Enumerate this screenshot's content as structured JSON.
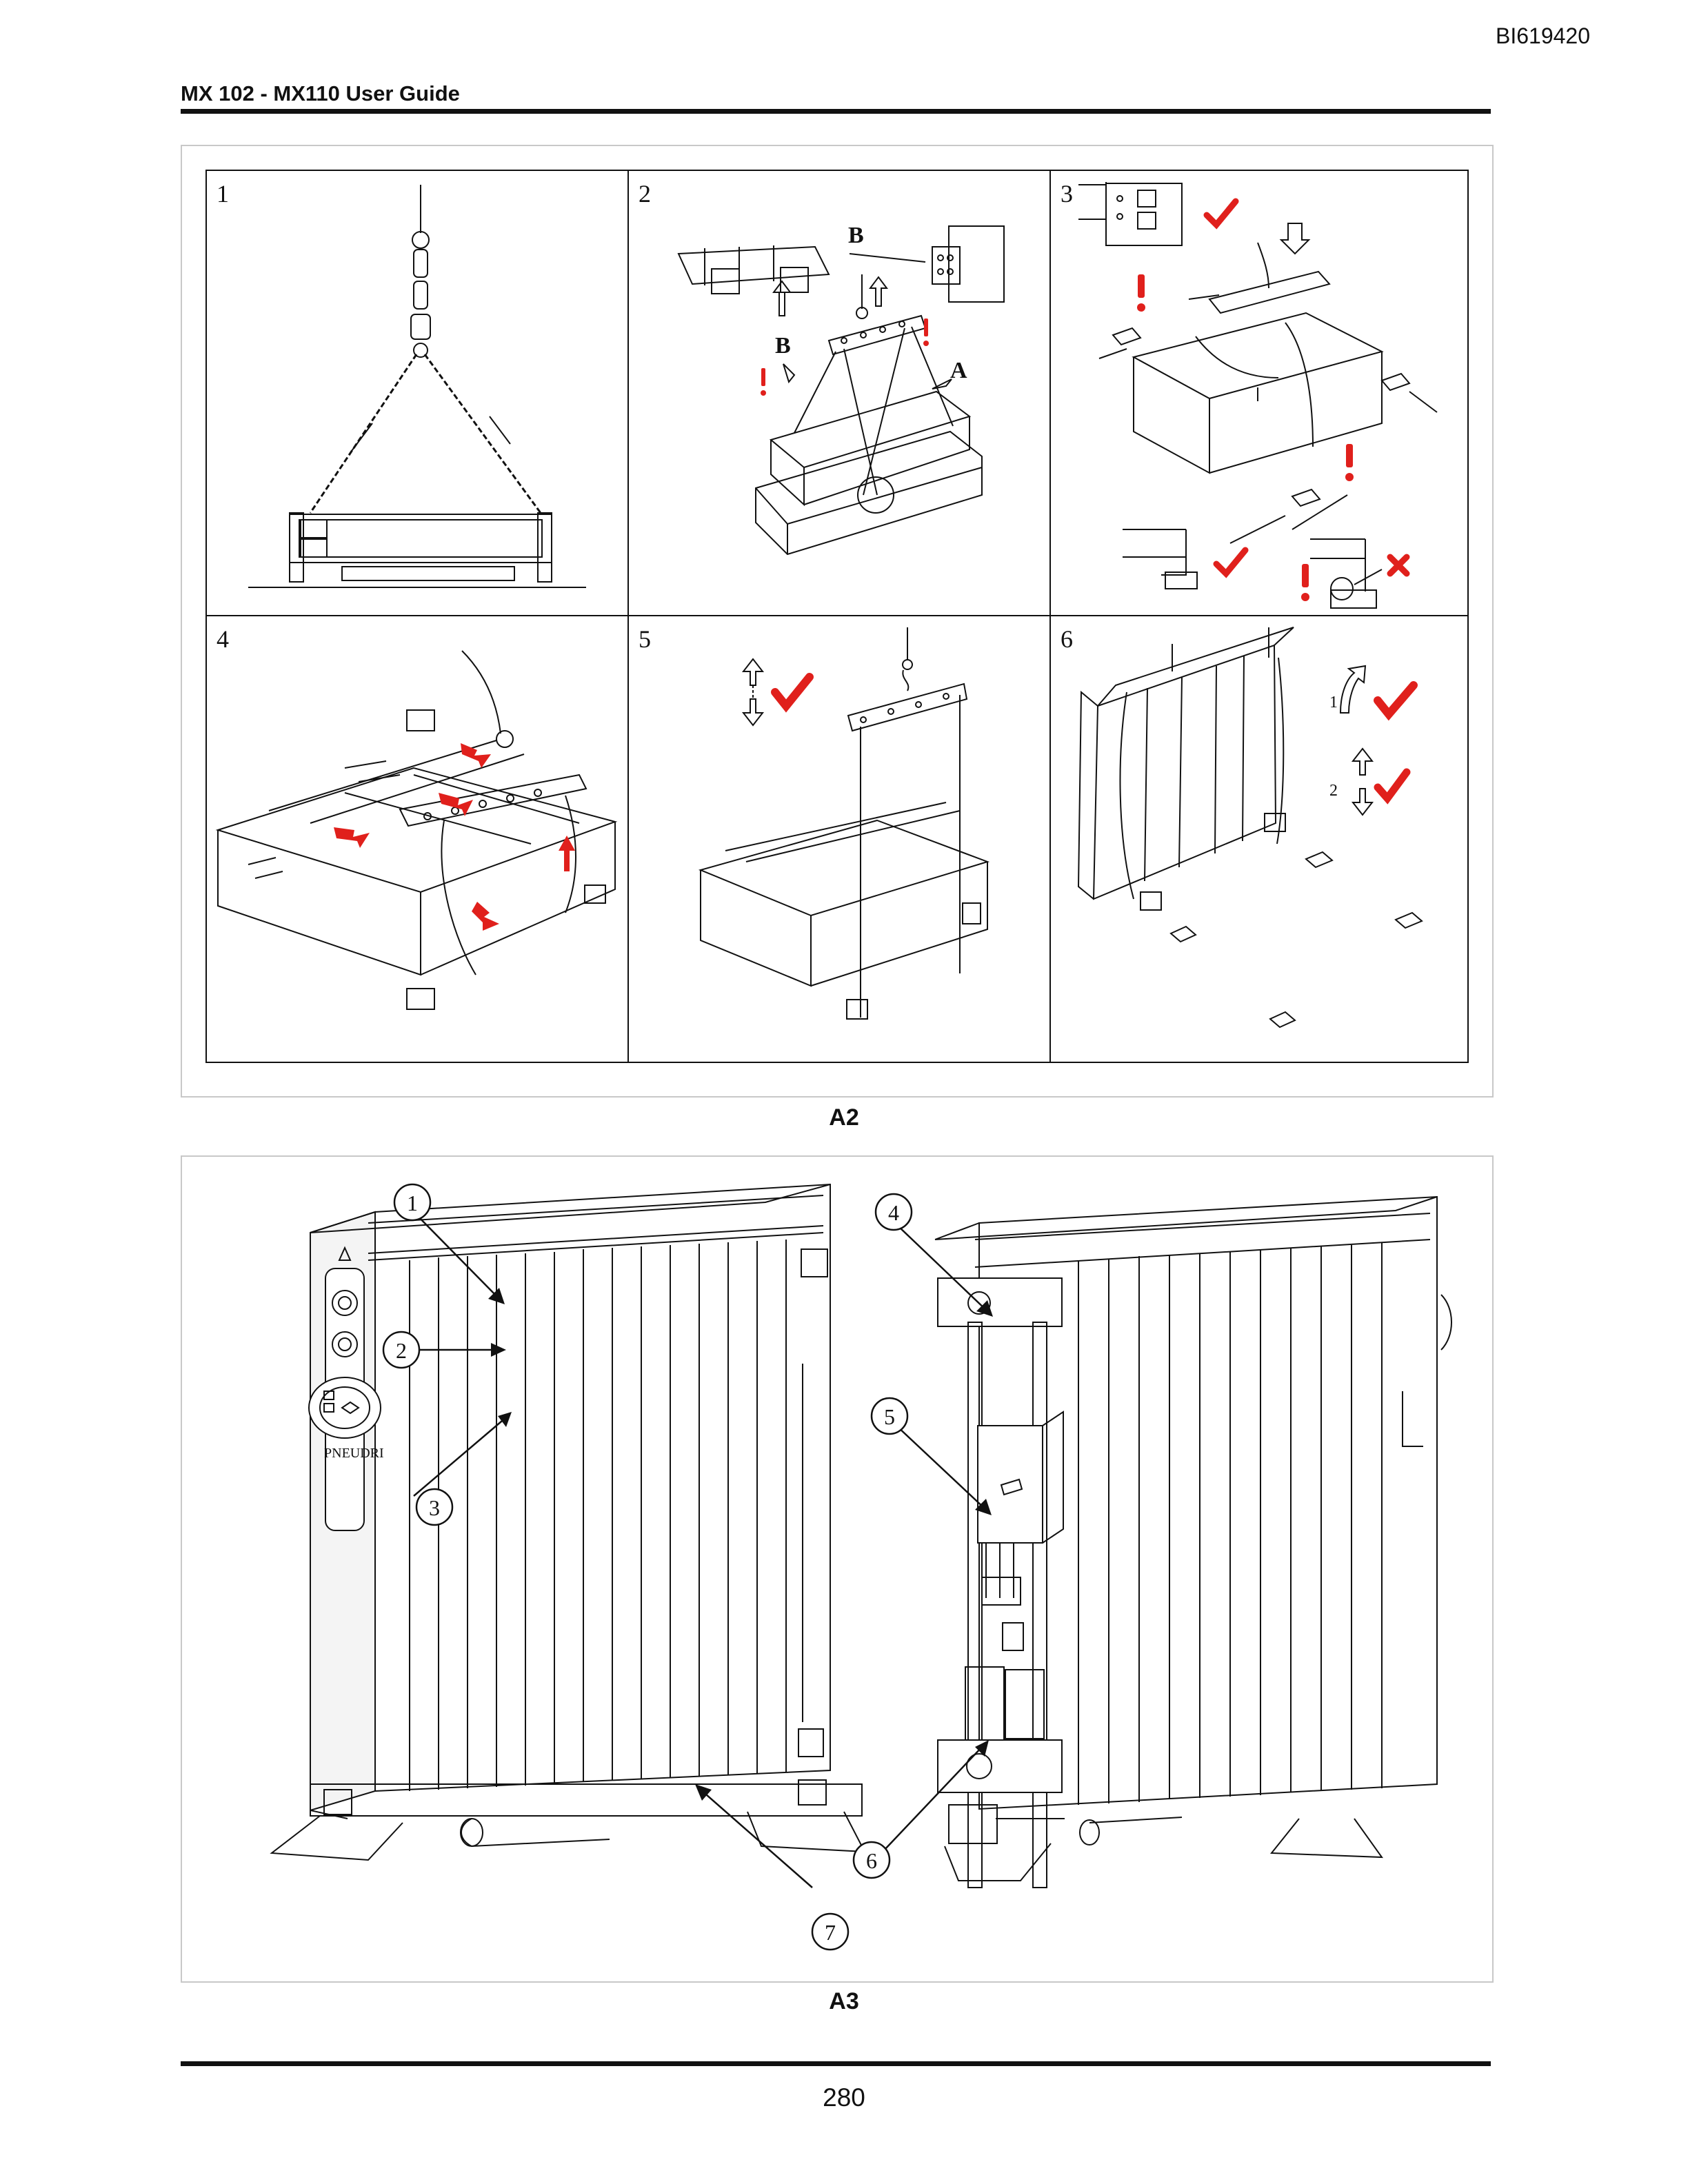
{
  "header": {
    "doc_code": "BI619420",
    "title": "MX 102 - MX110 User Guide"
  },
  "figure_a2": {
    "label": "A2",
    "panels": [
      {
        "number": "1"
      },
      {
        "number": "2",
        "callouts": {
          "b_top": "B",
          "b_left": "B",
          "a": "A"
        }
      },
      {
        "number": "3"
      },
      {
        "number": "4"
      },
      {
        "number": "5"
      },
      {
        "number": "6",
        "step_1": "1",
        "step_2": "2"
      }
    ]
  },
  "figure_a3": {
    "label": "A3",
    "callouts": [
      "1",
      "2",
      "3",
      "4",
      "5",
      "6",
      "7"
    ],
    "brand_logo_text": "PNEUDRI"
  },
  "footer": {
    "page_number": "280"
  },
  "colors": {
    "line": "#111111",
    "check": "#e0201c",
    "frame": "#c8c8c8"
  }
}
